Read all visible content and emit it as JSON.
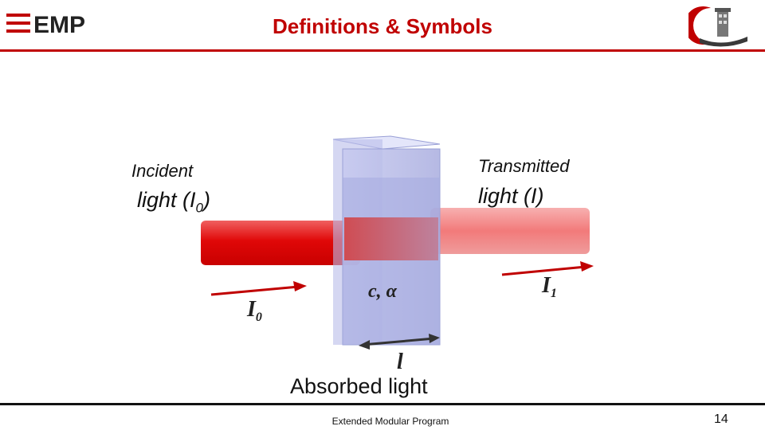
{
  "header": {
    "brand_logo": "EMP",
    "title": "Definitions & Symbols",
    "seal_icon": "university-seal-icon"
  },
  "figure": {
    "incident_line1": "Incident",
    "incident_line2_prefix": "light (I",
    "incident_line2_sub": "0",
    "incident_line2_suffix": ")",
    "transmitted_line1": "Transmitted",
    "transmitted_line2": "light (I)",
    "symbol_I0": "I",
    "symbol_I0_sub": "0",
    "symbol_I1": "I",
    "symbol_I1_sub": "1",
    "symbol_c_alpha": "c, α",
    "symbol_l": "l",
    "absorbed": "Absorbed light"
  },
  "footer": {
    "program": "Extended Modular Program",
    "page_number": "14"
  },
  "colors": {
    "accent": "#c00000",
    "beam": "#e01010",
    "cuvette": "#b8bde8"
  }
}
